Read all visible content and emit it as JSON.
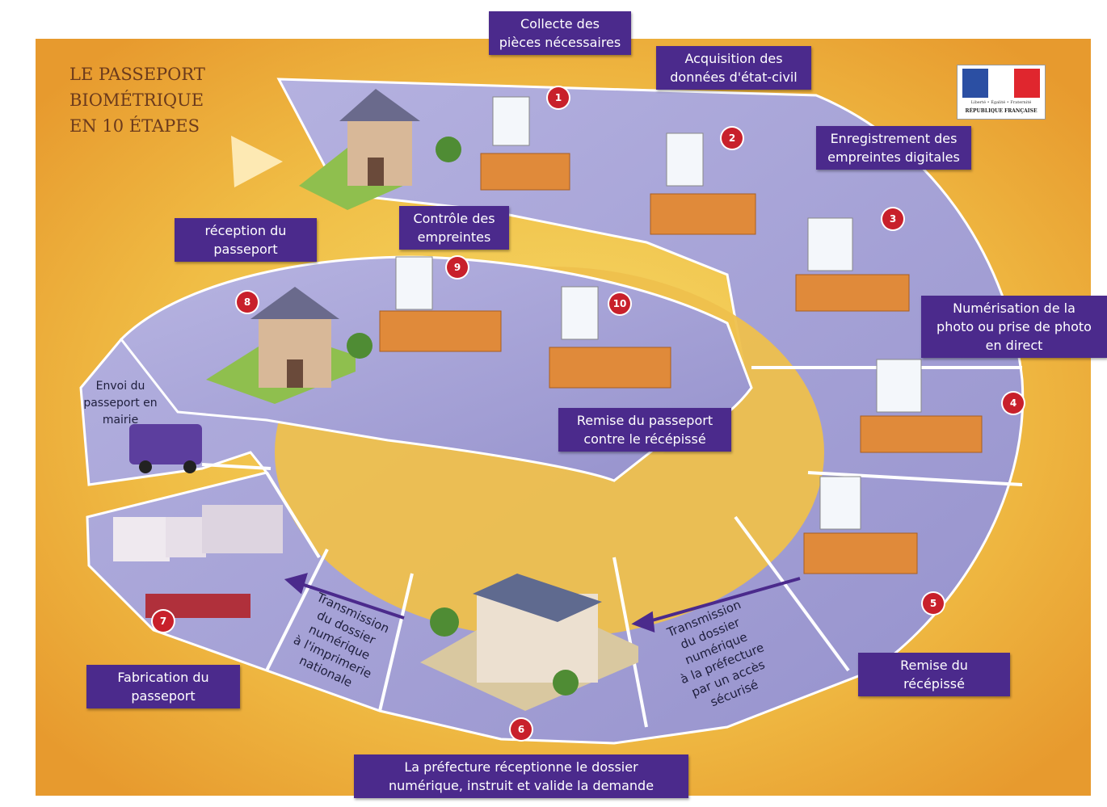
{
  "title": {
    "line1": "LE PASSEPORT",
    "line2": "BIOMÉTRIQUE",
    "line3": "EN 10 ÉTAPES"
  },
  "logo": {
    "motto": "Liberté • Égalité • Fraternité",
    "republic": "RÉPUBLIQUE FRANÇAISE"
  },
  "steps": [
    {
      "number": "1",
      "lines": [
        "Collecte des",
        "pièces nécessaires"
      ]
    },
    {
      "number": "2",
      "lines": [
        "Acquisition des",
        "données d'état-civil"
      ]
    },
    {
      "number": "3",
      "lines": [
        "Enregistrement des",
        "empreintes digitales"
      ]
    },
    {
      "number": "4",
      "lines": [
        "Numérisation de la",
        "photo ou prise de photo",
        "en direct"
      ]
    },
    {
      "number": "5",
      "lines": [
        "Remise du",
        "récépissé"
      ]
    },
    {
      "number": "6",
      "lines": [
        "La préfecture réceptionne le dossier",
        "numérique, instruit et valide la demande"
      ]
    },
    {
      "number": "7",
      "lines": [
        "Fabrication du",
        "passeport"
      ]
    },
    {
      "number": "8",
      "lines": [
        "réception du",
        "passeport"
      ]
    },
    {
      "number": "9",
      "lines": [
        "Contrôle des",
        "empreintes"
      ]
    },
    {
      "number": "10",
      "lines": [
        "Remise du passeport",
        "contre le récépissé"
      ]
    }
  ],
  "annotations": {
    "envoi": [
      "Envoi du",
      "passeport en",
      "mairie"
    ],
    "transmission_imprimerie": [
      "Transmission",
      "du dossier",
      "numérique",
      "à l'imprimerie",
      "nationale"
    ],
    "transmission_prefecture": [
      "Transmission",
      "du dossier",
      "numérique",
      "à la préfecture",
      "par un accès",
      "sécurisé"
    ]
  },
  "colors": {
    "background": "#f2c14e",
    "path": "#a9a5d6",
    "label": "#4b2a8c",
    "badge": "#c8202b"
  }
}
